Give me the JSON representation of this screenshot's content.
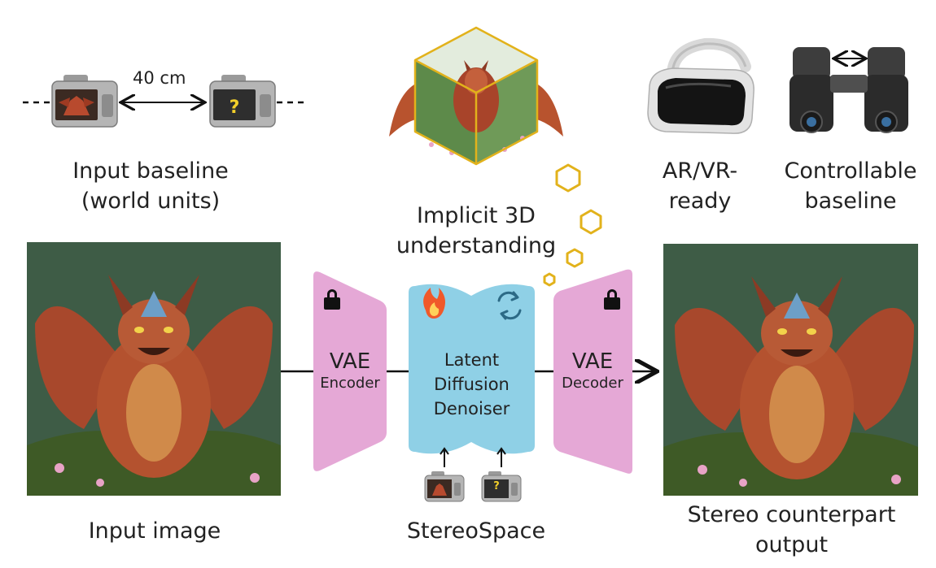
{
  "top": {
    "baseline_distance": "40 cm",
    "input_baseline_label": [
      "Input baseline",
      "(world units)"
    ],
    "implicit_3d_label": [
      "Implicit 3D",
      "understanding"
    ],
    "arvr_label": [
      "AR/VR-",
      "ready"
    ],
    "controllable_label": [
      "Controllable",
      "baseline"
    ]
  },
  "pipeline": {
    "encoder": {
      "title": "VAE",
      "subtitle": "Encoder"
    },
    "denoiser": {
      "lines": [
        "Latent",
        "Diffusion",
        "Denoiser"
      ]
    },
    "decoder": {
      "title": "VAE",
      "subtitle": "Decoder"
    }
  },
  "bottom": {
    "input_image_label": "Input image",
    "stereospace_label": "StereoSpace",
    "output_label": [
      "Stereo counterpart",
      "output"
    ]
  },
  "icons": {
    "camera_question_mark": "?"
  },
  "colors": {
    "vae_pink": "#e5a8d6",
    "denoiser_blue": "#8fd0e6",
    "hexagon_gold": "#e2b21b",
    "flame": "#f0592a"
  }
}
